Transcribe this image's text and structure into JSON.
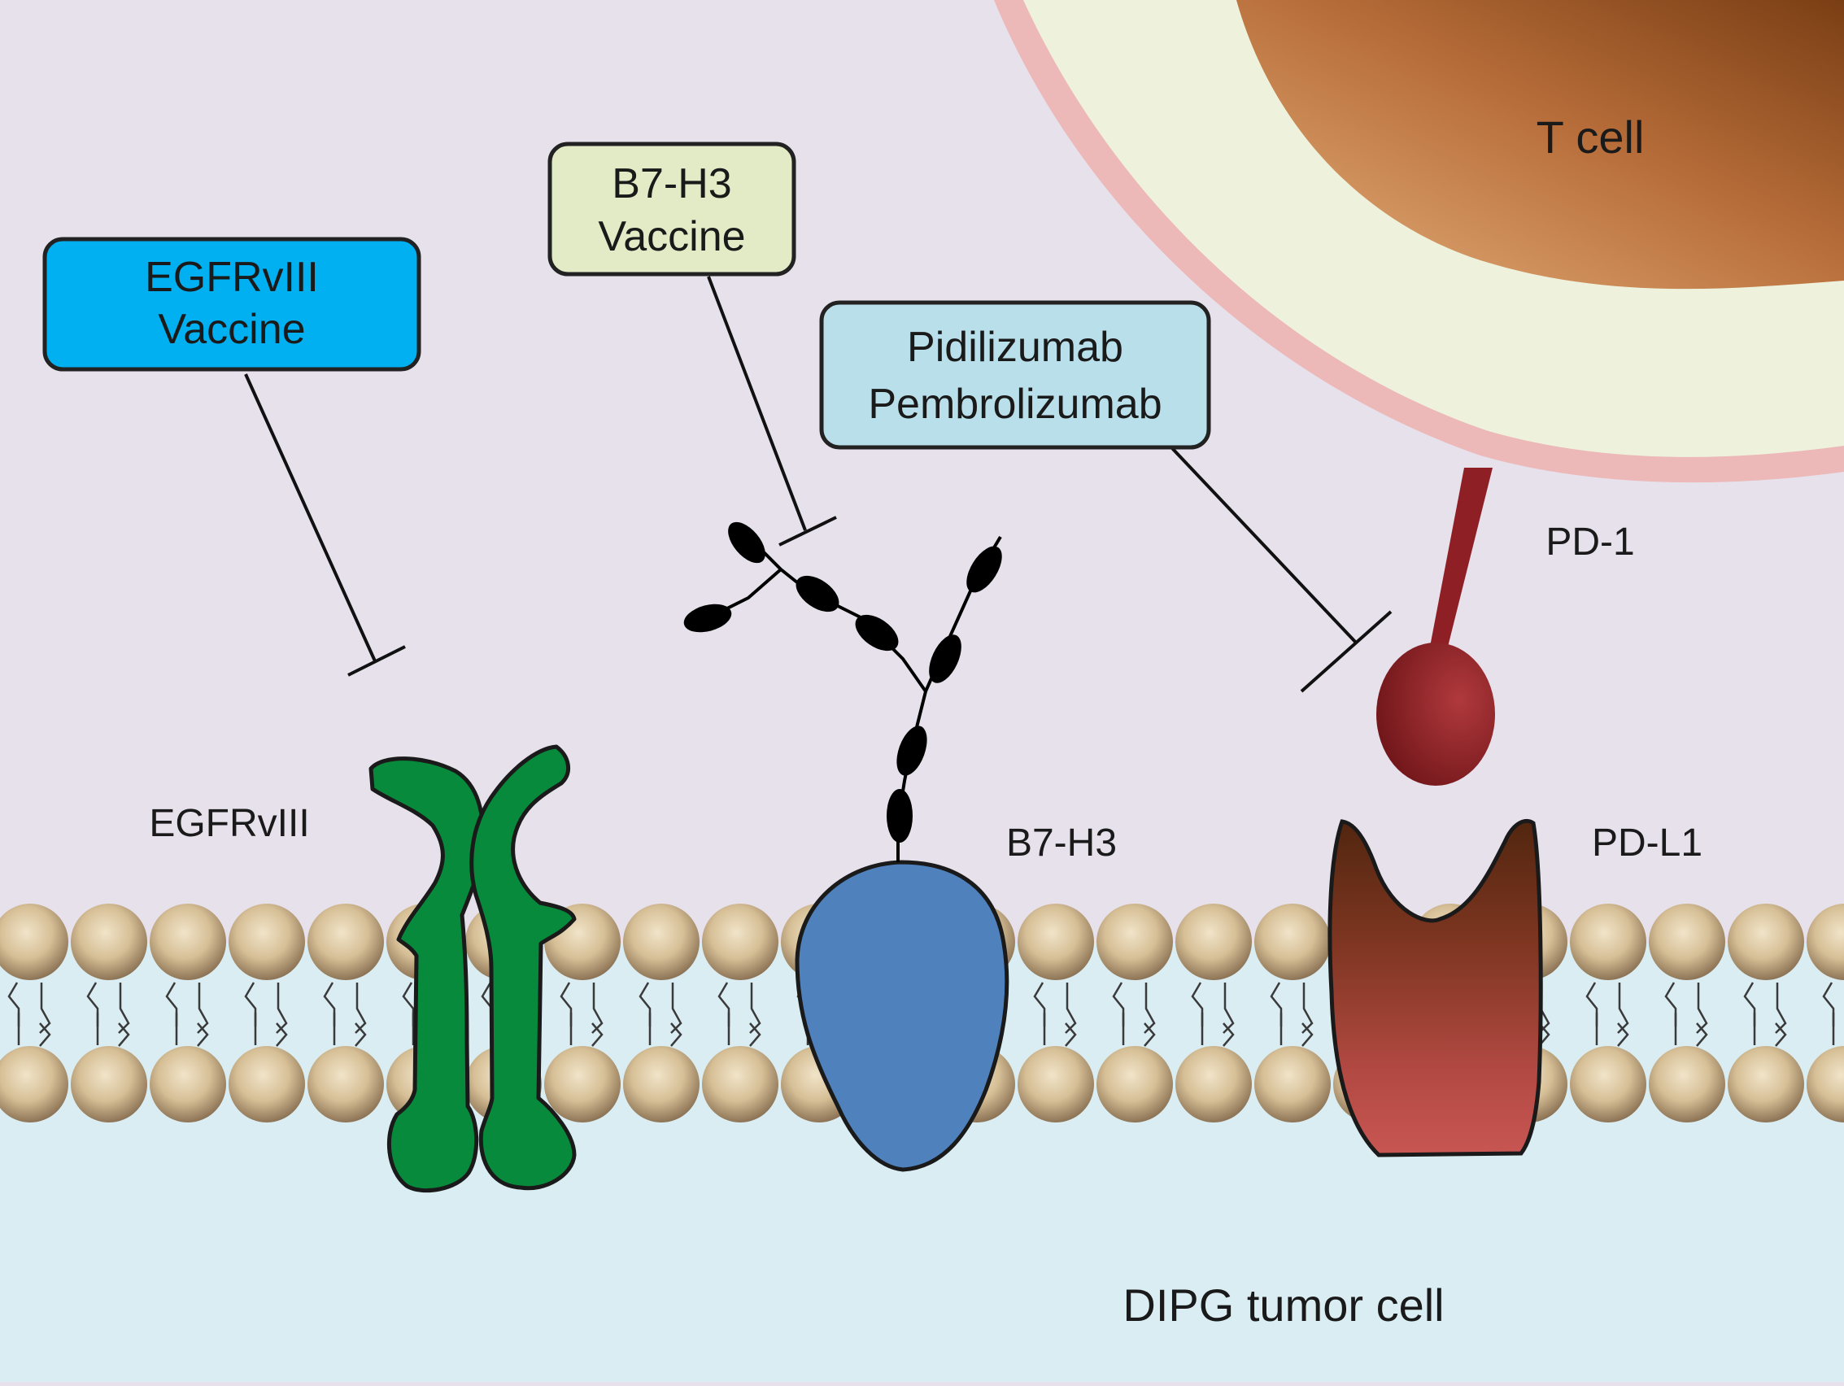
{
  "boxes": {
    "egfr_vaccine": {
      "line1": "EGFRvIII",
      "line2": "Vaccine"
    },
    "b7h3_vaccine": {
      "line1": "B7-H3",
      "line2": "Vaccine"
    },
    "pd1_antibodies": {
      "line1": "Pidilizumab",
      "line2": "Pembrolizumab"
    }
  },
  "labels": {
    "t_cell": "T cell",
    "pd1": "PD-1",
    "pdl1": "PD-L1",
    "egfr": "EGFRvIII",
    "b7h3": "B7-H3",
    "tumor_cell": "DIPG tumor cell"
  },
  "colors": {
    "background": "#e7e1ec",
    "cytoplasm": "#d9edf3",
    "egfr_box": "#00b0f0",
    "b7h3_box": "#e2ebc6",
    "antibody_box": "#b9e0ea",
    "egfr_protein": "#088a3c",
    "b7h3_protein": "#4f81bd",
    "pd1": "#8e1f24",
    "pdl1_top": "#5a2a12",
    "pdl1_bottom": "#c0504d",
    "tcell_membrane": "#ecb8b8",
    "tcell_cytoplasm": "#eef2dd"
  }
}
